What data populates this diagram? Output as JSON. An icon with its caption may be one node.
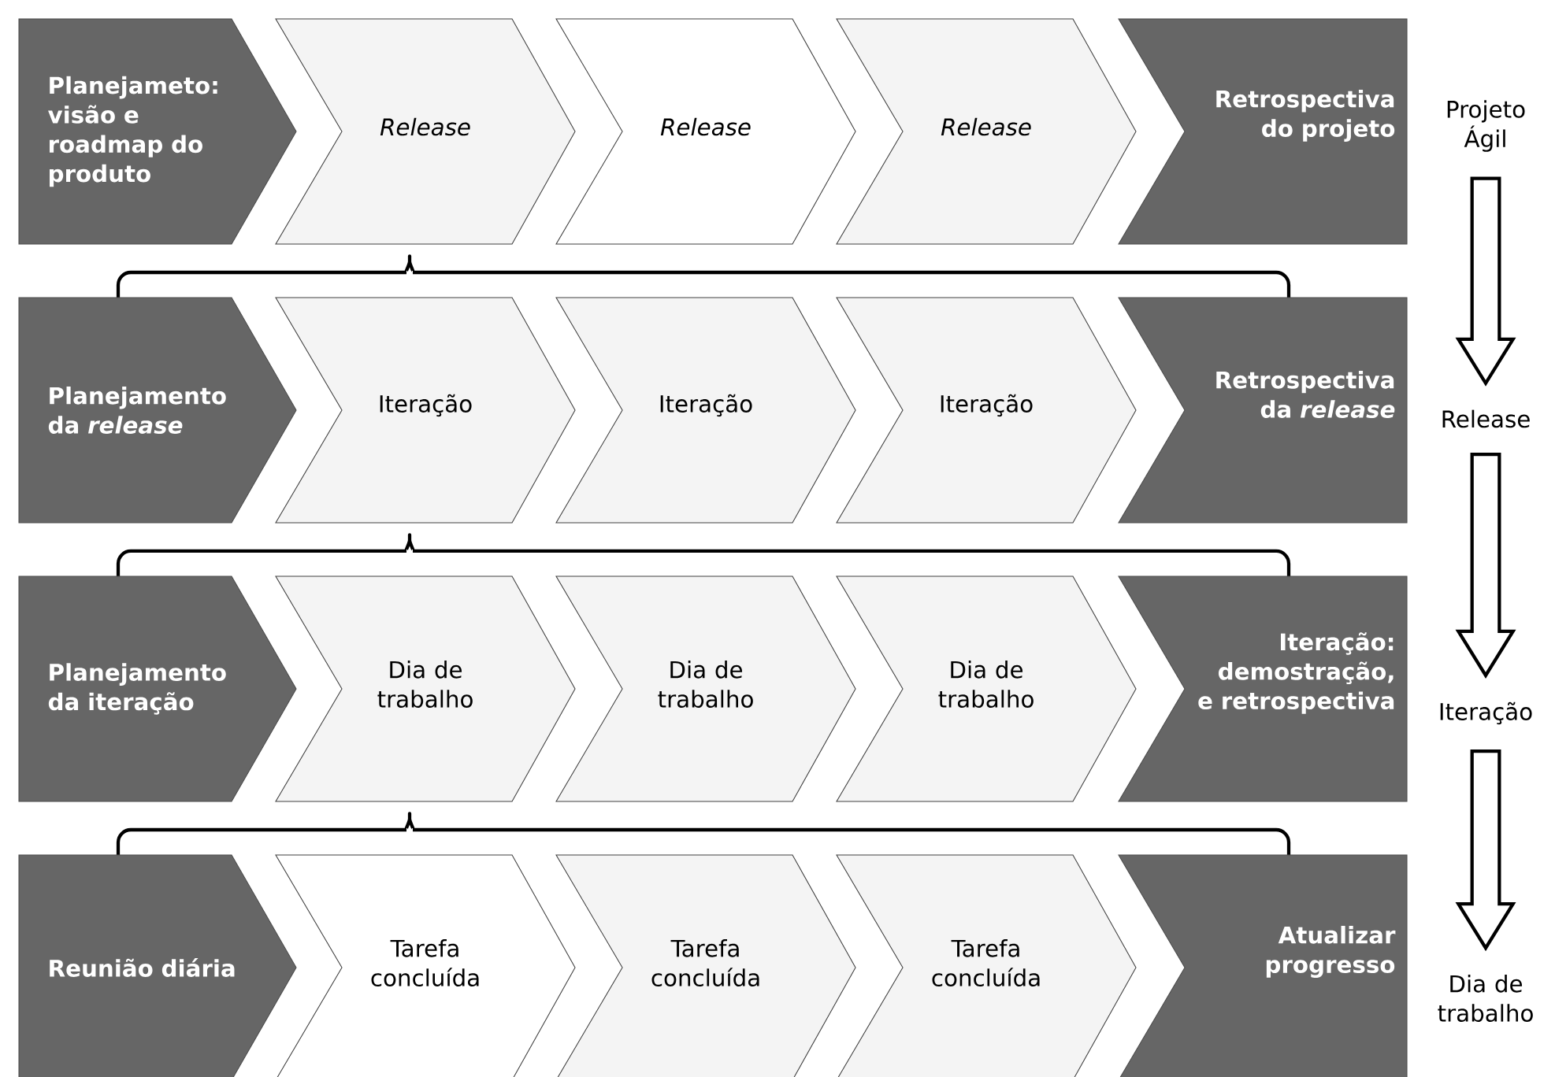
{
  "diagram": {
    "nodes": [
      {
        "text": [
          "Planejameto: visão e roadmap do produto"
        ]
      },
      {
        "text": [
          "Release"
        ]
      },
      {
        "text": [
          "Release"
        ]
      },
      {
        "text": [
          "Release"
        ]
      },
      {
        "text": [
          "Retrospectiva do projeto"
        ]
      },
      {
        "text": [
          "Planejamento da *release*"
        ]
      },
      {
        "text": [
          "Iteração"
        ]
      },
      {
        "text": [
          "Iteração"
        ]
      },
      {
        "text": [
          "Iteração"
        ]
      },
      {
        "text": [
          "Retrospectiva da *release*"
        ]
      },
      {
        "text": [
          "Planejamento da iteração"
        ]
      },
      {
        "text": [
          "Dia de trabalho"
        ]
      },
      {
        "text": [
          "Dia de trabalho"
        ]
      },
      {
        "text": [
          "Dia de trabalho"
        ]
      },
      {
        "text": [
          "Iteração: demostração, e retrospectiva"
        ]
      },
      {
        "text": [
          "Reunião diária"
        ]
      },
      {
        "text": [
          "Tarefa concluída"
        ]
      },
      {
        "text": [
          "Tarefa concluída"
        ]
      },
      {
        "text": [
          "Tarefa concluída"
        ]
      },
      {
        "text": [
          "Atualizar progresso"
        ]
      },
      {
        "text": [
          "Projeto Ágil"
        ]
      },
      {
        "text": [
          "Release"
        ]
      },
      {
        "text": [
          "Iteração"
        ]
      },
      {
        "text": [
          "Dia de trabalho"
        ]
      }
    ],
    "edges": [
      {
        "from": 20,
        "to": 21,
        "arrow": "to"
      },
      {
        "from": 21,
        "to": 22,
        "arrow": "to"
      },
      {
        "from": 22,
        "to": 23,
        "arrow": "to"
      }
    ]
  }
}
